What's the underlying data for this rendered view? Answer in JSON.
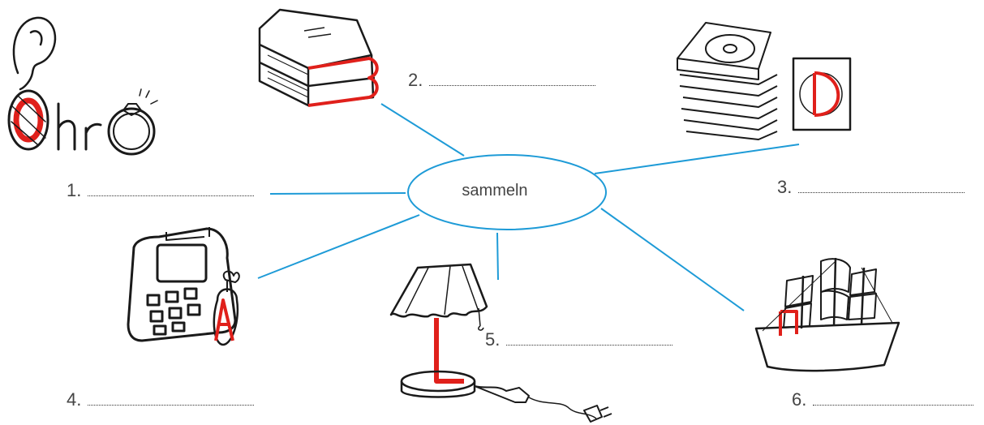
{
  "center": {
    "word": "sammeln"
  },
  "ear_letters": "hr",
  "blanks": [
    {
      "number": "1."
    },
    {
      "number": "2."
    },
    {
      "number": "3."
    },
    {
      "number": "4."
    },
    {
      "number": "5."
    },
    {
      "number": "6."
    }
  ],
  "colors": {
    "connector": "#1e9bd7",
    "highlight": "#e0201b",
    "ink": "#1a1a1a"
  }
}
